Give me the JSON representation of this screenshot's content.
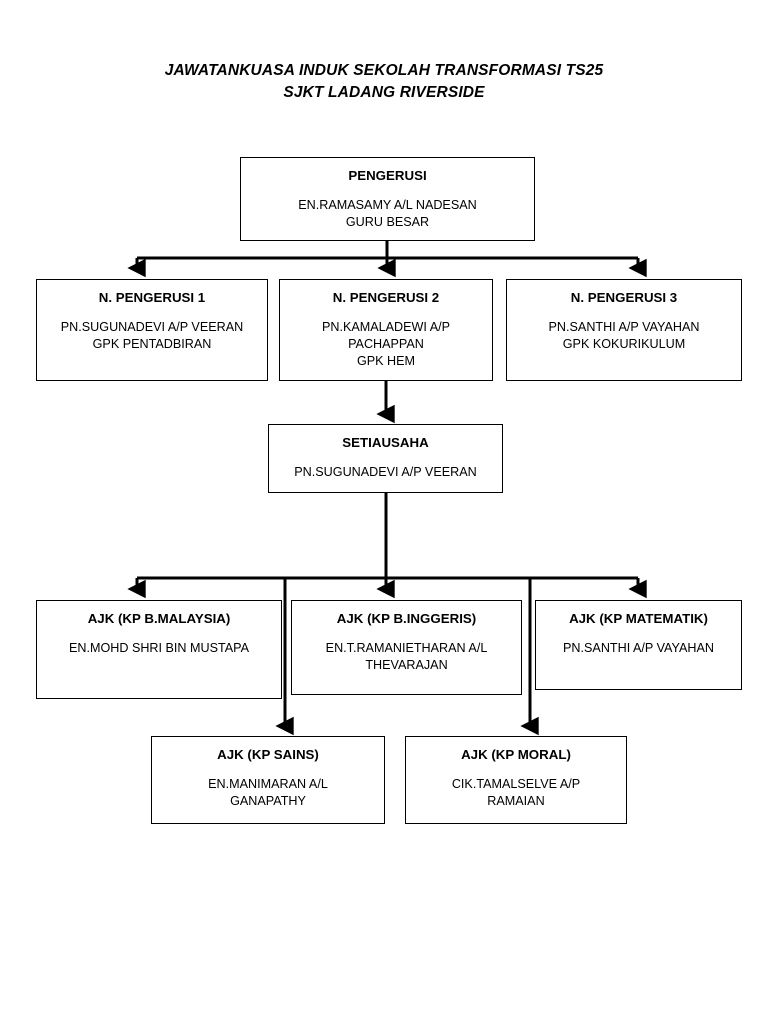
{
  "title": {
    "line1": "JAWATANKUASA INDUK SEKOLAH TRANSFORMASI TS25",
    "line2": "SJKT LADANG RIVERSIDE"
  },
  "colors": {
    "box_border": "#000000",
    "connector": "#000000",
    "background": "#ffffff",
    "text": "#000000"
  },
  "nodes": {
    "pengerusi": {
      "title": "PENGERUSI",
      "line1": "EN.RAMASAMY A/L NADESAN",
      "line2": "GURU BESAR"
    },
    "naib_pengerusi_1": {
      "title": "N. PENGERUSI 1",
      "line1": "PN.SUGUNADEVI A/P VEERAN",
      "line2": "GPK PENTADBIRAN"
    },
    "naib_pengerusi_2": {
      "title": "N. PENGERUSI 2",
      "line1": "PN.KAMALADEWI A/P",
      "line2": "PACHAPPAN",
      "line3": "GPK HEM"
    },
    "naib_pengerusi_3": {
      "title": "N. PENGERUSI 3",
      "line1": "PN.SANTHI A/P VAYAHAN",
      "line2": "GPK KOKURIKULUM"
    },
    "setiausaha": {
      "title": "SETIAUSAHA",
      "line1": "PN.SUGUNADEVI A/P VEERAN"
    },
    "ajk_bmalaysia": {
      "title": "AJK (KP B.MALAYSIA)",
      "line1": "EN.MOHD SHRI BIN MUSTAPA"
    },
    "ajk_binggeris": {
      "title": "AJK (KP B.INGGERIS)",
      "line1": "EN.T.RAMANIETHARAN A/L",
      "line2": "THEVARAJAN"
    },
    "ajk_matematik": {
      "title": "AJK (KP MATEMATIK)",
      "line1": "PN.SANTHI A/P VAYAHAN"
    },
    "ajk_sains": {
      "title": "AJK (KP SAINS)",
      "line1": "EN.MANIMARAN A/L",
      "line2": "GANAPATHY"
    },
    "ajk_moral": {
      "title": "AJK (KP MORAL)",
      "line1": "CIK.TAMALSELVE A/P",
      "line2": "RAMAIAN"
    }
  }
}
